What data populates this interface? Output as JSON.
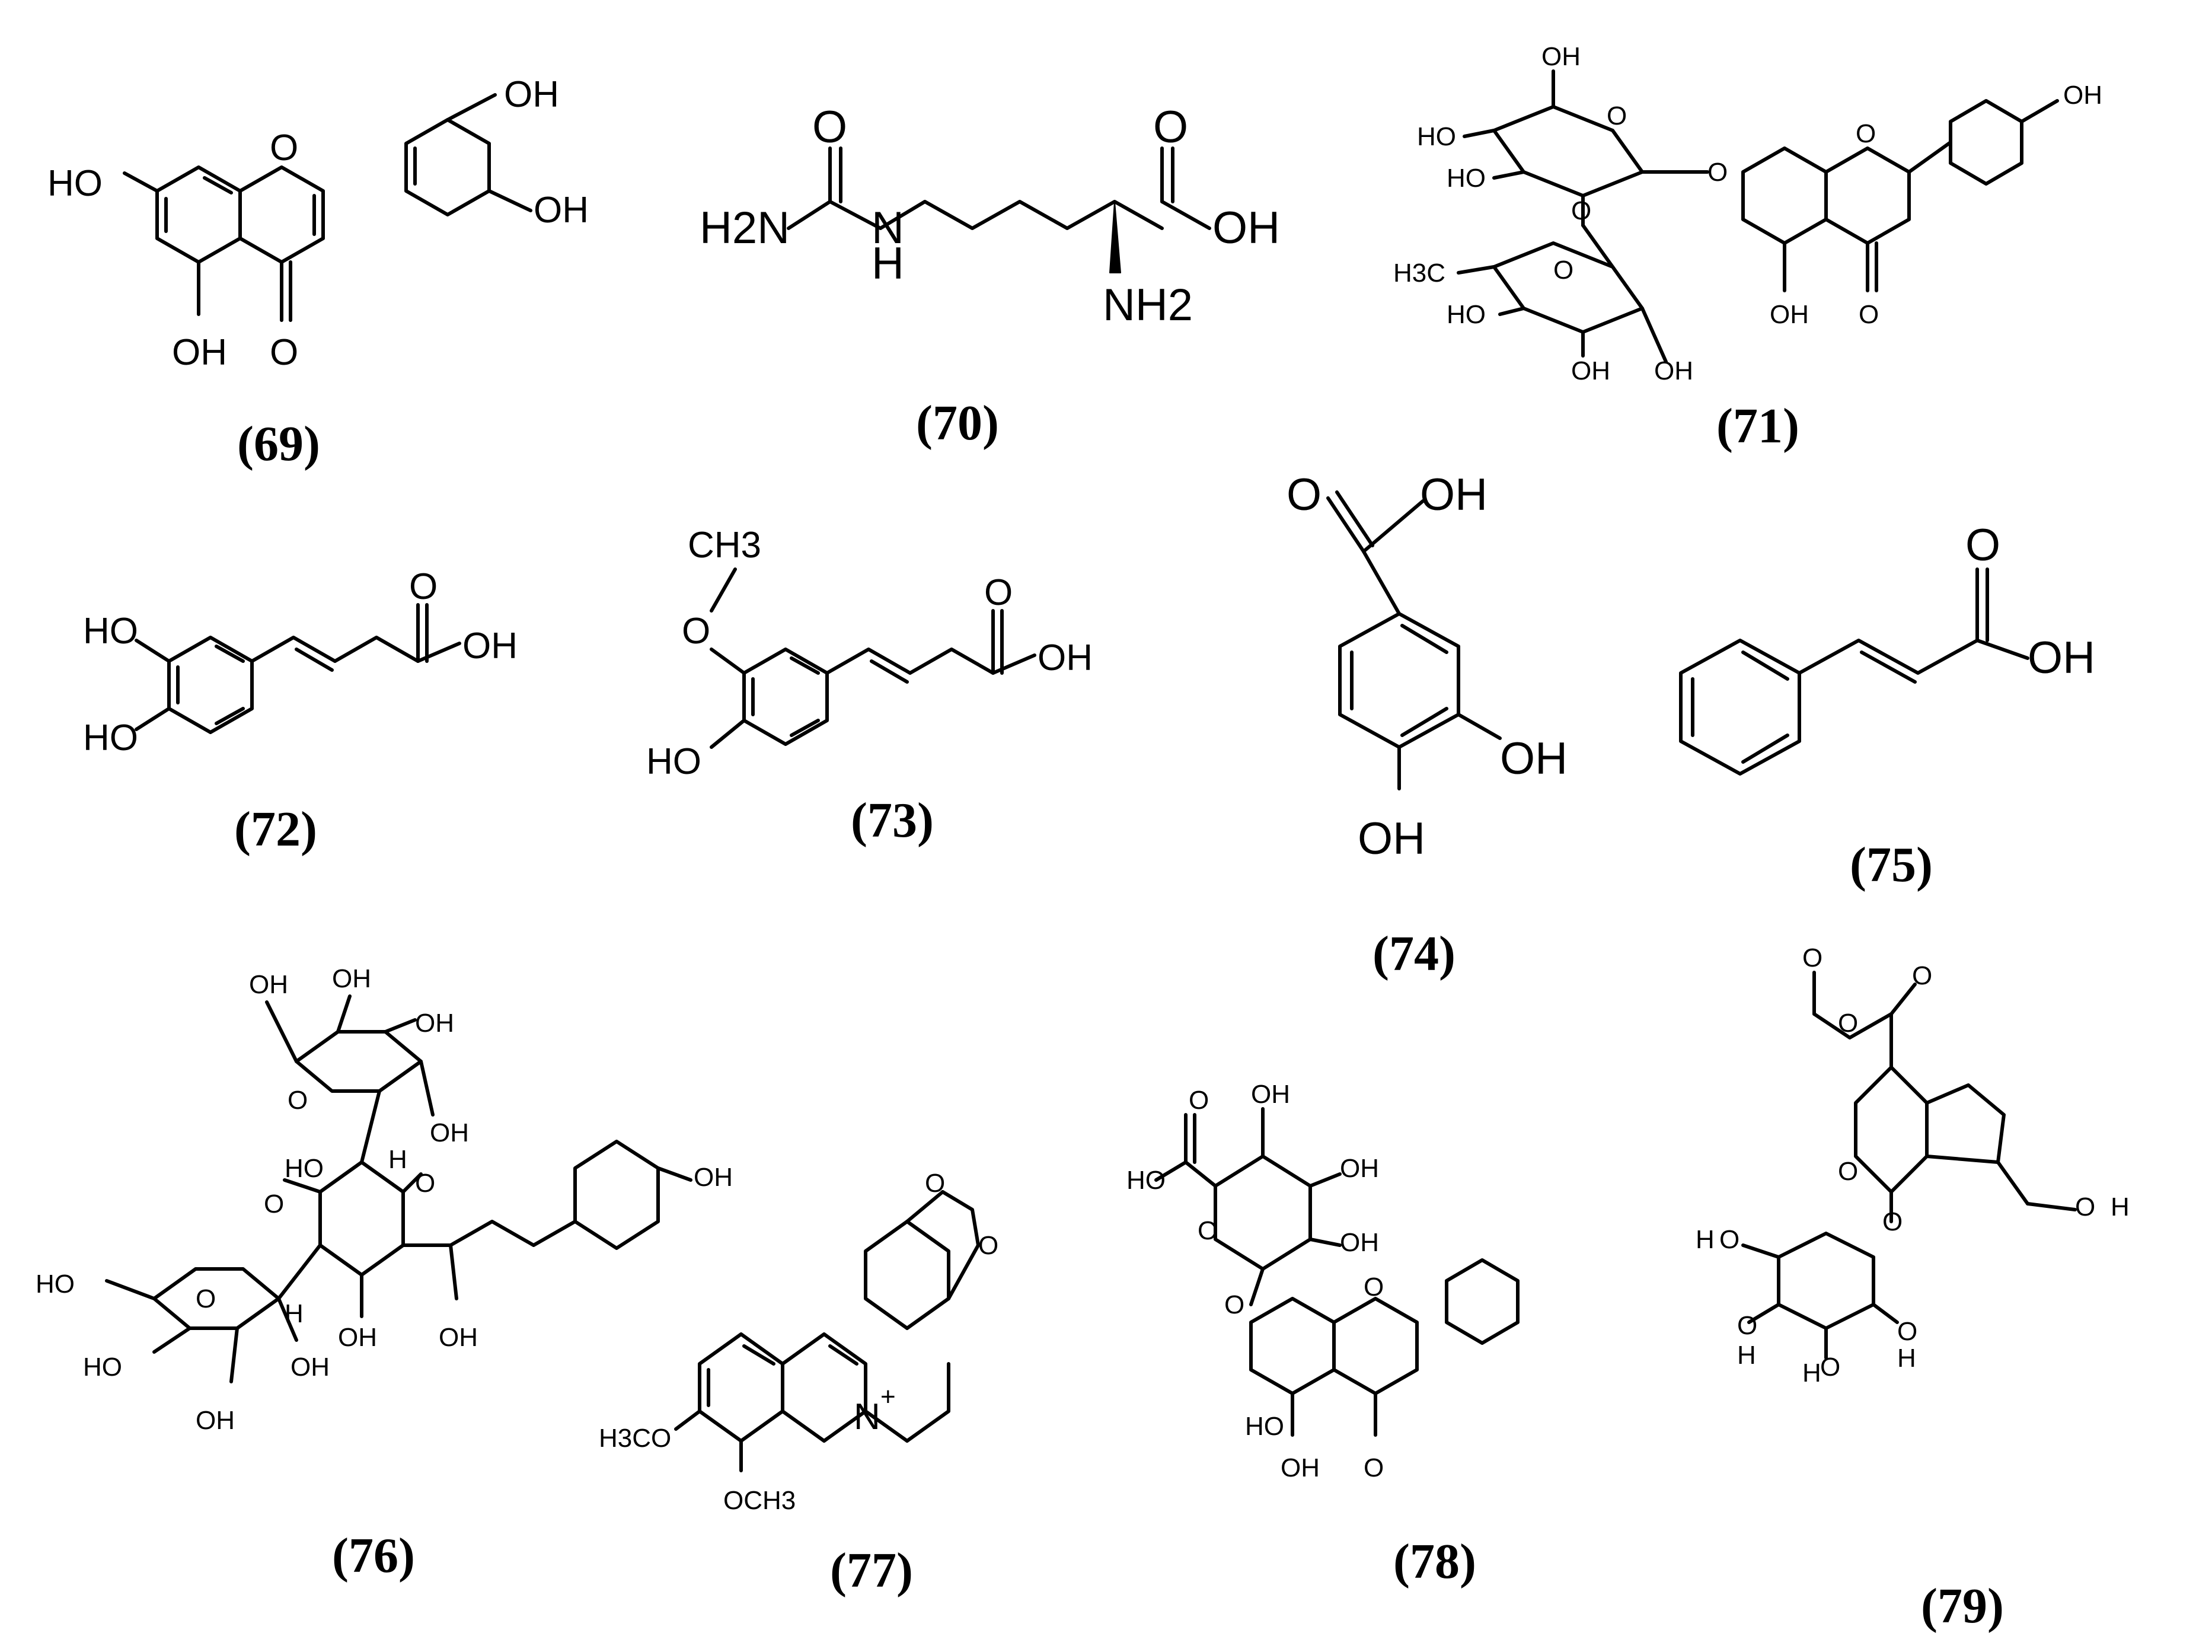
{
  "compounds": [
    {
      "id": "69",
      "label": "(69)",
      "atoms": [
        "OH",
        "OH",
        "HO",
        "O",
        "OH",
        "O"
      ]
    },
    {
      "id": "70",
      "label": "(70)",
      "atoms": [
        "O",
        "H2N",
        "N",
        "H",
        "O",
        "OH",
        "NH2"
      ]
    },
    {
      "id": "71",
      "label": "(71)",
      "atoms": [
        "OH",
        "HO",
        "O",
        "HO",
        "O",
        "O",
        "O",
        "OH",
        "H3C",
        "O",
        "HO",
        "OH",
        "OH",
        "OH",
        "O"
      ]
    },
    {
      "id": "72",
      "label": "(72)",
      "atoms": [
        "HO",
        "HO",
        "O",
        "OH"
      ]
    },
    {
      "id": "73",
      "label": "(73)",
      "atoms": [
        "CH3",
        "O",
        "HO",
        "O",
        "OH"
      ]
    },
    {
      "id": "74",
      "label": "(74)",
      "atoms": [
        "O",
        "OH",
        "OH",
        "OH"
      ]
    },
    {
      "id": "75",
      "label": "(75)",
      "atoms": [
        "O",
        "OH"
      ]
    },
    {
      "id": "76",
      "label": "(76)",
      "atoms": [
        "OH",
        "OH",
        "OH",
        "O",
        "OH",
        "HO",
        "H",
        "O",
        "O",
        "OH",
        "HO",
        "O",
        "H",
        "OH",
        "OH",
        "HO",
        "OH",
        "OH"
      ]
    },
    {
      "id": "77",
      "label": "(77)",
      "atoms": [
        "O",
        "O",
        "N",
        "+",
        "H3CO",
        "OCH3"
      ]
    },
    {
      "id": "78",
      "label": "(78)",
      "atoms": [
        "O",
        "OH",
        "HO",
        "OH",
        "O",
        "OH",
        "O",
        "O",
        "HO",
        "OH",
        "O"
      ]
    },
    {
      "id": "79",
      "label": "(79)",
      "atoms": [
        "O",
        "O",
        "O",
        "O",
        "O",
        "O",
        "H",
        "O",
        "H",
        "O",
        "H",
        "O",
        "H",
        "O",
        "H"
      ]
    }
  ]
}
